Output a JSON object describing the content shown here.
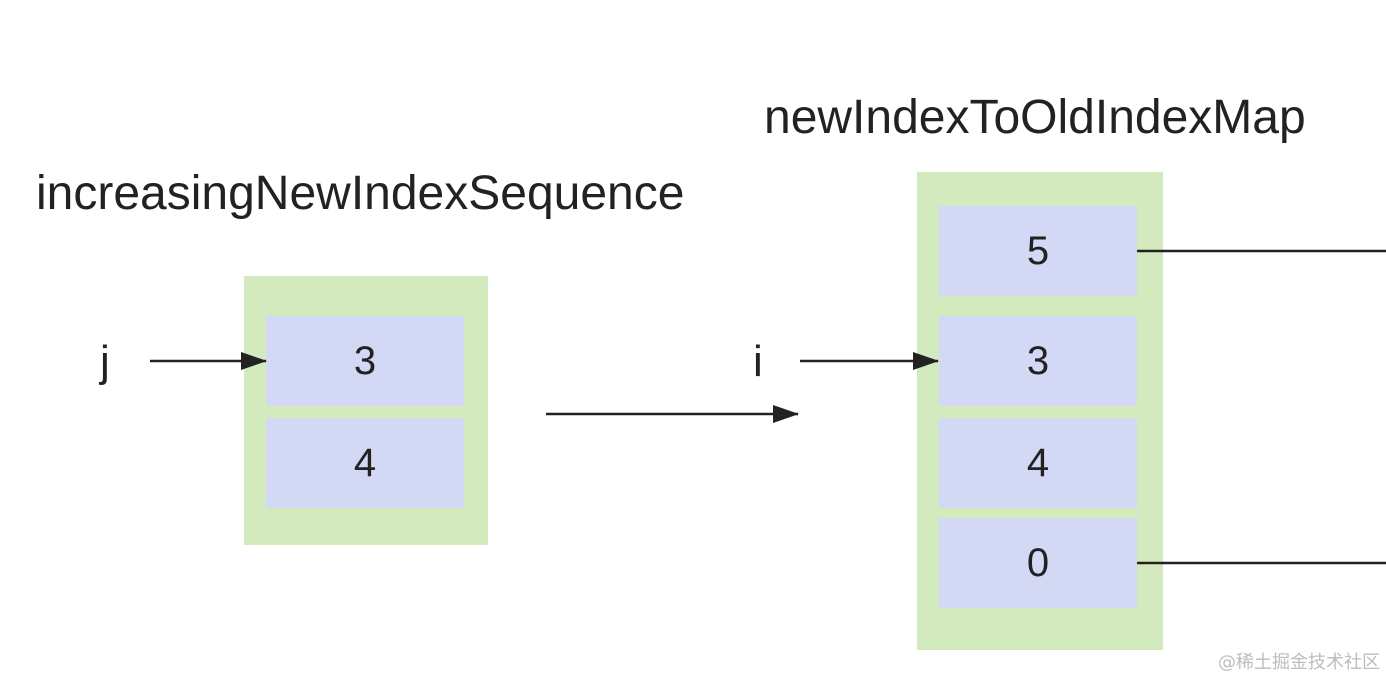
{
  "left_array": {
    "title": "increasingNewIndexSequence",
    "pointer": "j",
    "values": [
      "3",
      "4"
    ]
  },
  "right_array": {
    "title": "newIndexToOldIndexMap",
    "pointer": "i",
    "values": [
      "5",
      "3",
      "4",
      "0"
    ]
  },
  "watermark": "@稀土掘金技术社区",
  "colors": {
    "container": "#d2eabd",
    "cell": "#d3d9f5",
    "line": "#222222"
  }
}
